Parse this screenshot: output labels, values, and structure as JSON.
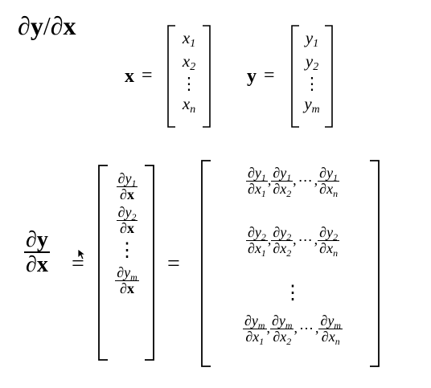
{
  "title": {
    "partial": "∂",
    "y": "y",
    "slash": "/",
    "x": "x"
  },
  "partial": "∂",
  "vec_x": {
    "name": "x",
    "equals": "=",
    "entries": [
      {
        "base": "x",
        "sub": "1"
      },
      {
        "base": "x",
        "sub": "2"
      },
      {
        "base": "x",
        "sub": "n"
      }
    ]
  },
  "vec_y": {
    "name": "y",
    "equals": "=",
    "entries": [
      {
        "base": "y",
        "sub": "1"
      },
      {
        "base": "y",
        "sub": "2"
      },
      {
        "base": "y",
        "sub": "m"
      }
    ]
  },
  "vdots": "⋮",
  "cdots": "⋯",
  "comma": ",",
  "equals": "=",
  "lhs": {
    "num": "y",
    "den": "x"
  },
  "col_vector": [
    {
      "num_base": "y",
      "num_sub": "1",
      "den": "x"
    },
    {
      "num_base": "y",
      "num_sub": "2",
      "den": "x"
    },
    {
      "num_base": "y",
      "num_sub": "m",
      "den": "x"
    }
  ],
  "matrix_rows": [
    {
      "y_sub": "1",
      "x_subs": [
        "1",
        "2",
        "n"
      ]
    },
    {
      "y_sub": "2",
      "x_subs": [
        "1",
        "2",
        "n"
      ]
    },
    {
      "y_sub": "m",
      "x_subs": [
        "1",
        "2",
        "n"
      ]
    }
  ]
}
